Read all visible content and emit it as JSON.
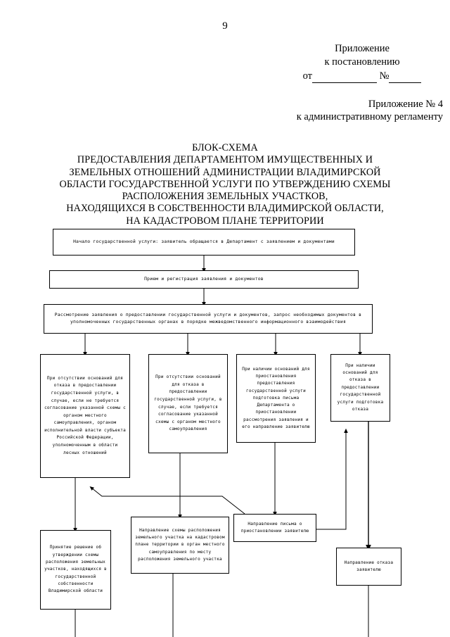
{
  "page": {
    "number": "9"
  },
  "approval": {
    "line1": "Приложение",
    "line2": "к постановлению",
    "prefix": "от",
    "number_sign": "№"
  },
  "reglament": {
    "line1": "Приложение № 4",
    "line2": "к административному регламенту"
  },
  "title": {
    "line1": "БЛОК-СХЕМА",
    "line2": "ПРЕДОСТАВЛЕНИЯ ДЕПАРТАМЕНТОМ ИМУЩЕСТВЕННЫХ И",
    "line3": "ЗЕМЕЛЬНЫХ ОТНОШЕНИЙ АДМИНИСТРАЦИИ ВЛАДИМИРСКОЙ",
    "line4": "ОБЛАСТИ ГОСУДАРСТВЕННОЙ УСЛУГИ ПО УТВЕРЖДЕНИЮ СХЕМЫ",
    "line5": "РАСПОЛОЖЕНИЯ ЗЕМЕЛЬНЫХ УЧАСТКОВ,",
    "line6": "НАХОДЯЩИХСЯ В СОБСТВЕННОСТИ ВЛАДИМИРСКОЙ ОБЛАСТИ,",
    "line7": "НА КАДАСТРОВОМ ПЛАНЕ ТЕРРИТОРИИ"
  },
  "flowchart": {
    "start": "Начало государственной услуги:\nзаявитель обращается в Департамент с заявлением и документами",
    "receive": "Прием и регистрация заявления и документов",
    "review": "Рассмотрение заявления о предоставлении государственной услуги и документов, запрос необходимых документов в уполномоченных государственных органах в порядке межведомственного информационного взаимодействия",
    "branch1": "При отсутствии оснований для отказа в предоставлении государственной услуги, в случае, если не требуется согласование указанной схемы с органом местного самоуправления, органом исполнительной власти субъекта Российской Федерации, уполномоченным в области лесных отношений",
    "branch2": "При отсутствии оснований для отказа в предоставлении государственной услуги, в случае, если требуется согласование указанной схемы с органом местного самоуправления",
    "branch3": "При наличии оснований для приостановления предоставления государственной услуги подготовка письма Департамента о приостановлении рассмотрения заявления и его направление заявителю",
    "branch4": "При наличии оснований для отказа в предоставлении государственной услуги подготовка отказа",
    "decide": "Принятие решение об утверждении схемы расположения земельных участков, находящихся в государственной собственности Владимирской области",
    "send_plan": "Направление схемы расположения земельного участка на кадастровом плане территории в орган местного самоуправления по месту расположения земельного участка",
    "send_letter": "Направление письма о приостановлении заявителю",
    "send_refusal": "Направление отказа заявителю"
  },
  "colors": {
    "ink": "#000000",
    "paper": "#ffffff"
  }
}
